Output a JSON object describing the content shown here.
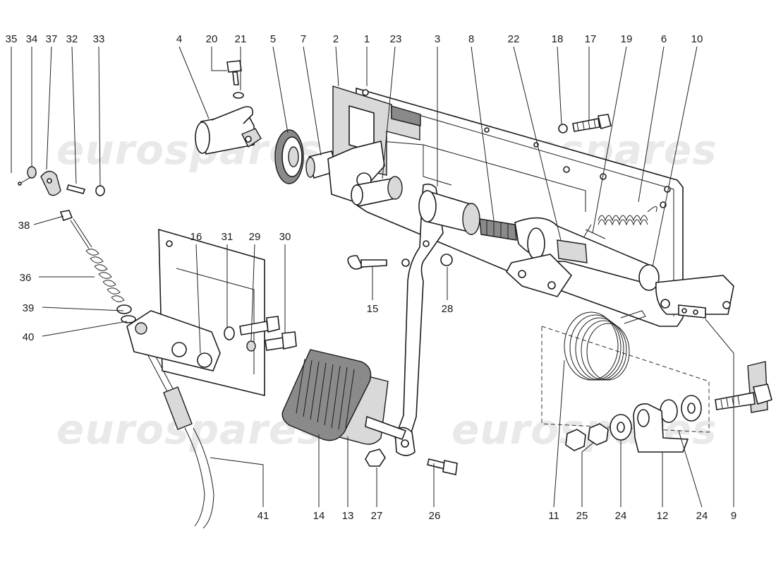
{
  "watermark": {
    "text": "eurospares"
  },
  "callouts": [
    {
      "id": "35",
      "text": "35"
    },
    {
      "id": "34",
      "text": "34"
    },
    {
      "id": "37",
      "text": "37"
    },
    {
      "id": "32",
      "text": "32"
    },
    {
      "id": "33",
      "text": "33"
    },
    {
      "id": "4",
      "text": "4"
    },
    {
      "id": "20",
      "text": "20"
    },
    {
      "id": "21",
      "text": "21"
    },
    {
      "id": "5",
      "text": "5"
    },
    {
      "id": "7",
      "text": "7"
    },
    {
      "id": "2",
      "text": "2"
    },
    {
      "id": "1",
      "text": "1"
    },
    {
      "id": "23",
      "text": "23"
    },
    {
      "id": "3",
      "text": "3"
    },
    {
      "id": "8",
      "text": "8"
    },
    {
      "id": "22",
      "text": "22"
    },
    {
      "id": "18",
      "text": "18"
    },
    {
      "id": "17",
      "text": "17"
    },
    {
      "id": "19",
      "text": "19"
    },
    {
      "id": "6",
      "text": "6"
    },
    {
      "id": "10",
      "text": "10"
    },
    {
      "id": "38",
      "text": "38"
    },
    {
      "id": "16",
      "text": "16"
    },
    {
      "id": "31",
      "text": "31"
    },
    {
      "id": "29",
      "text": "29"
    },
    {
      "id": "30",
      "text": "30"
    },
    {
      "id": "36",
      "text": "36"
    },
    {
      "id": "15",
      "text": "15"
    },
    {
      "id": "28",
      "text": "28"
    },
    {
      "id": "39",
      "text": "39"
    },
    {
      "id": "40",
      "text": "40"
    },
    {
      "id": "41",
      "text": "41"
    },
    {
      "id": "14",
      "text": "14"
    },
    {
      "id": "13",
      "text": "13"
    },
    {
      "id": "27",
      "text": "27"
    },
    {
      "id": "26",
      "text": "26"
    },
    {
      "id": "11",
      "text": "11"
    },
    {
      "id": "25",
      "text": "25"
    },
    {
      "id": "24a",
      "text": "24"
    },
    {
      "id": "12",
      "text": "12"
    },
    {
      "id": "24b",
      "text": "24"
    },
    {
      "id": "9",
      "text": "9"
    }
  ]
}
